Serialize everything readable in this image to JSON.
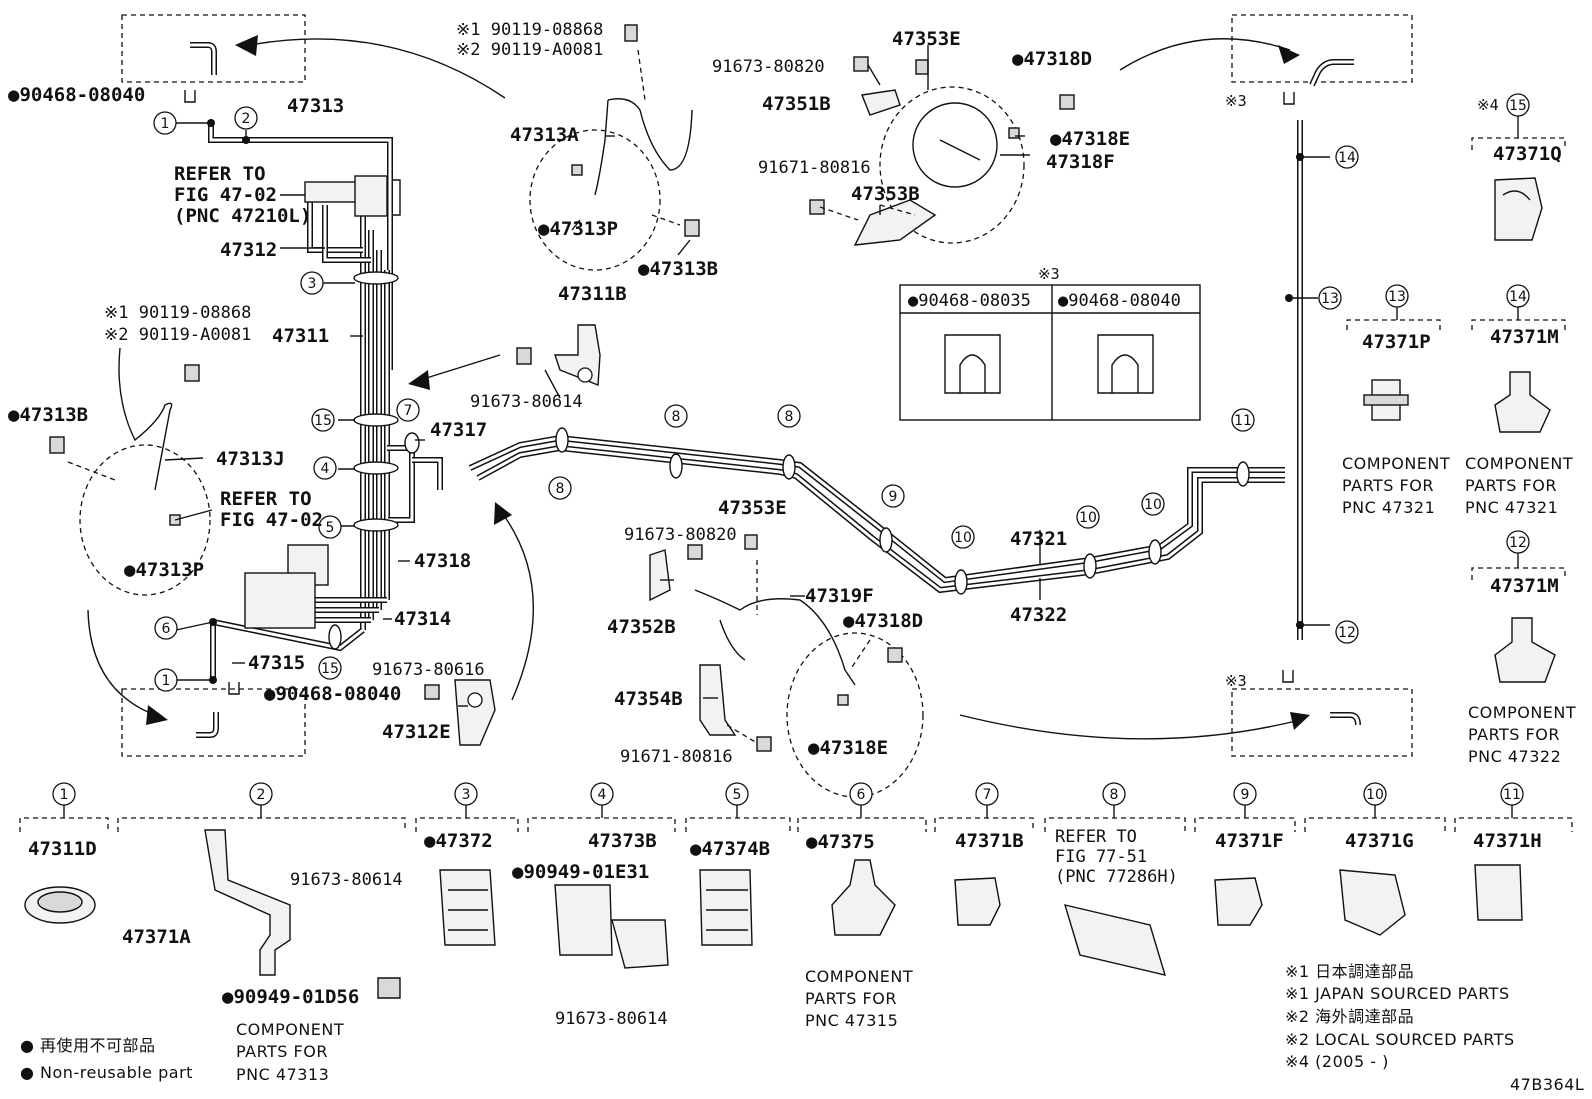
{
  "callouts": [
    {
      "id": "1a",
      "text": "●90468-08040"
    },
    {
      "id": "2a",
      "text": "47313"
    },
    {
      "id": "3a",
      "text": "REFER TO"
    },
    {
      "id": "4a",
      "text": "FIG 47-02"
    },
    {
      "id": "5a",
      "text": "(PNC 47210L)"
    },
    {
      "id": "6a",
      "text": "47312"
    },
    {
      "id": "7a",
      "text": "※1 90119-08868"
    },
    {
      "id": "8a",
      "text": "※2 90119-A0081"
    },
    {
      "id": "9a",
      "text": "47311"
    },
    {
      "id": "10a",
      "text": "●47313B"
    },
    {
      "id": "11a",
      "text": "47313J"
    },
    {
      "id": "12a",
      "text": "REFER TO"
    },
    {
      "id": "13a",
      "text": "FIG 47-02"
    },
    {
      "id": "14a",
      "text": "●47313P"
    },
    {
      "id": "15a",
      "text": "47318"
    },
    {
      "id": "16a",
      "text": "47314"
    },
    {
      "id": "17a",
      "text": "47315"
    },
    {
      "id": "18a",
      "text": "●90468-08040"
    },
    {
      "id": "19a",
      "text": "47317"
    },
    {
      "id": "20a",
      "text": "※1 90119-08868"
    },
    {
      "id": "21a",
      "text": "※2 90119-A0081"
    },
    {
      "id": "22a",
      "text": "47313A"
    },
    {
      "id": "23a",
      "text": "●47313P"
    },
    {
      "id": "24a",
      "text": "●47313B"
    },
    {
      "id": "25a",
      "text": "47311B"
    },
    {
      "id": "26a",
      "text": "91673-80614"
    },
    {
      "id": "27a",
      "text": "91673-80616"
    },
    {
      "id": "28a",
      "text": "47312E"
    },
    {
      "id": "29a",
      "text": "91673-80820"
    },
    {
      "id": "30a",
      "text": "47353E"
    },
    {
      "id": "31a",
      "text": "47351B"
    },
    {
      "id": "32a",
      "text": "●47318D"
    },
    {
      "id": "33a",
      "text": "●47318E"
    },
    {
      "id": "34a",
      "text": "47318F"
    },
    {
      "id": "35a",
      "text": "91671-80816"
    },
    {
      "id": "36a",
      "text": "47353B"
    },
    {
      "id": "37a",
      "text": "47353E"
    },
    {
      "id": "38a",
      "text": "91673-80820"
    },
    {
      "id": "39a",
      "text": "47319F"
    },
    {
      "id": "40a",
      "text": "47352B"
    },
    {
      "id": "41a",
      "text": "●47318D"
    },
    {
      "id": "42a",
      "text": "47354B"
    },
    {
      "id": "43a",
      "text": "91671-80816"
    },
    {
      "id": "44a",
      "text": "●47318E"
    },
    {
      "id": "45a",
      "text": "47321"
    },
    {
      "id": "46a",
      "text": "47322"
    },
    {
      "id": "47a",
      "text": "※3"
    },
    {
      "id": "48a",
      "text": "※3"
    },
    {
      "id": "49a",
      "text": "※3"
    },
    {
      "id": "50a",
      "text": "●90468-08035"
    },
    {
      "id": "51a",
      "text": "●90468-08040"
    }
  ],
  "circled_numbers": [
    "1",
    "2",
    "3",
    "4",
    "5",
    "6",
    "7",
    "8",
    "9",
    "10",
    "11",
    "12",
    "13",
    "14",
    "15"
  ],
  "right_parts": [
    {
      "num": "15",
      "prefix": "※4",
      "part": "47371Q"
    },
    {
      "num": "13",
      "part": "47371P",
      "caption": [
        "COMPONENT",
        "PARTS FOR",
        "PNC 47321"
      ]
    },
    {
      "num": "14",
      "part": "47371M",
      "caption": [
        "COMPONENT",
        "PARTS FOR",
        "PNC 47321"
      ]
    },
    {
      "num": "12",
      "part": "47371M",
      "caption": [
        "COMPONENT",
        "PARTS FOR",
        "PNC 47322"
      ]
    }
  ],
  "bottom_parts": [
    {
      "num": "1",
      "part": "47311D"
    },
    {
      "num": "2",
      "part": "47371A",
      "extra": [
        "91673-80614",
        "●90949-01D56"
      ],
      "caption": [
        "COMPONENT",
        "PARTS FOR",
        "PNC 47313"
      ]
    },
    {
      "num": "3",
      "part": "●47372"
    },
    {
      "num": "4",
      "part": "47373B",
      "extra": [
        "●90949-01E31",
        "91673-80614"
      ]
    },
    {
      "num": "5",
      "part": "●47374B"
    },
    {
      "num": "6",
      "part": "●47375",
      "caption": [
        "COMPONENT",
        "PARTS FOR",
        "PNC 47315"
      ]
    },
    {
      "num": "7",
      "part": "47371B"
    },
    {
      "num": "8",
      "part": "REFER TO",
      "extra": [
        "FIG 77-51",
        "(PNC 77286H)"
      ]
    },
    {
      "num": "9",
      "part": "47371F"
    },
    {
      "num": "10",
      "part": "47371G"
    },
    {
      "num": "11",
      "part": "47371H"
    }
  ],
  "legend": {
    "jp": "● 再使用不可部品",
    "en": "● Non-reusable part"
  },
  "notes": [
    "※1 日本調達部品",
    "※1 JAPAN SOURCED PARTS",
    "※2 海外調達部品",
    "※2 LOCAL SOURCED PARTS",
    "※4 (2005 -     )"
  ],
  "figure_code": "47B364L"
}
